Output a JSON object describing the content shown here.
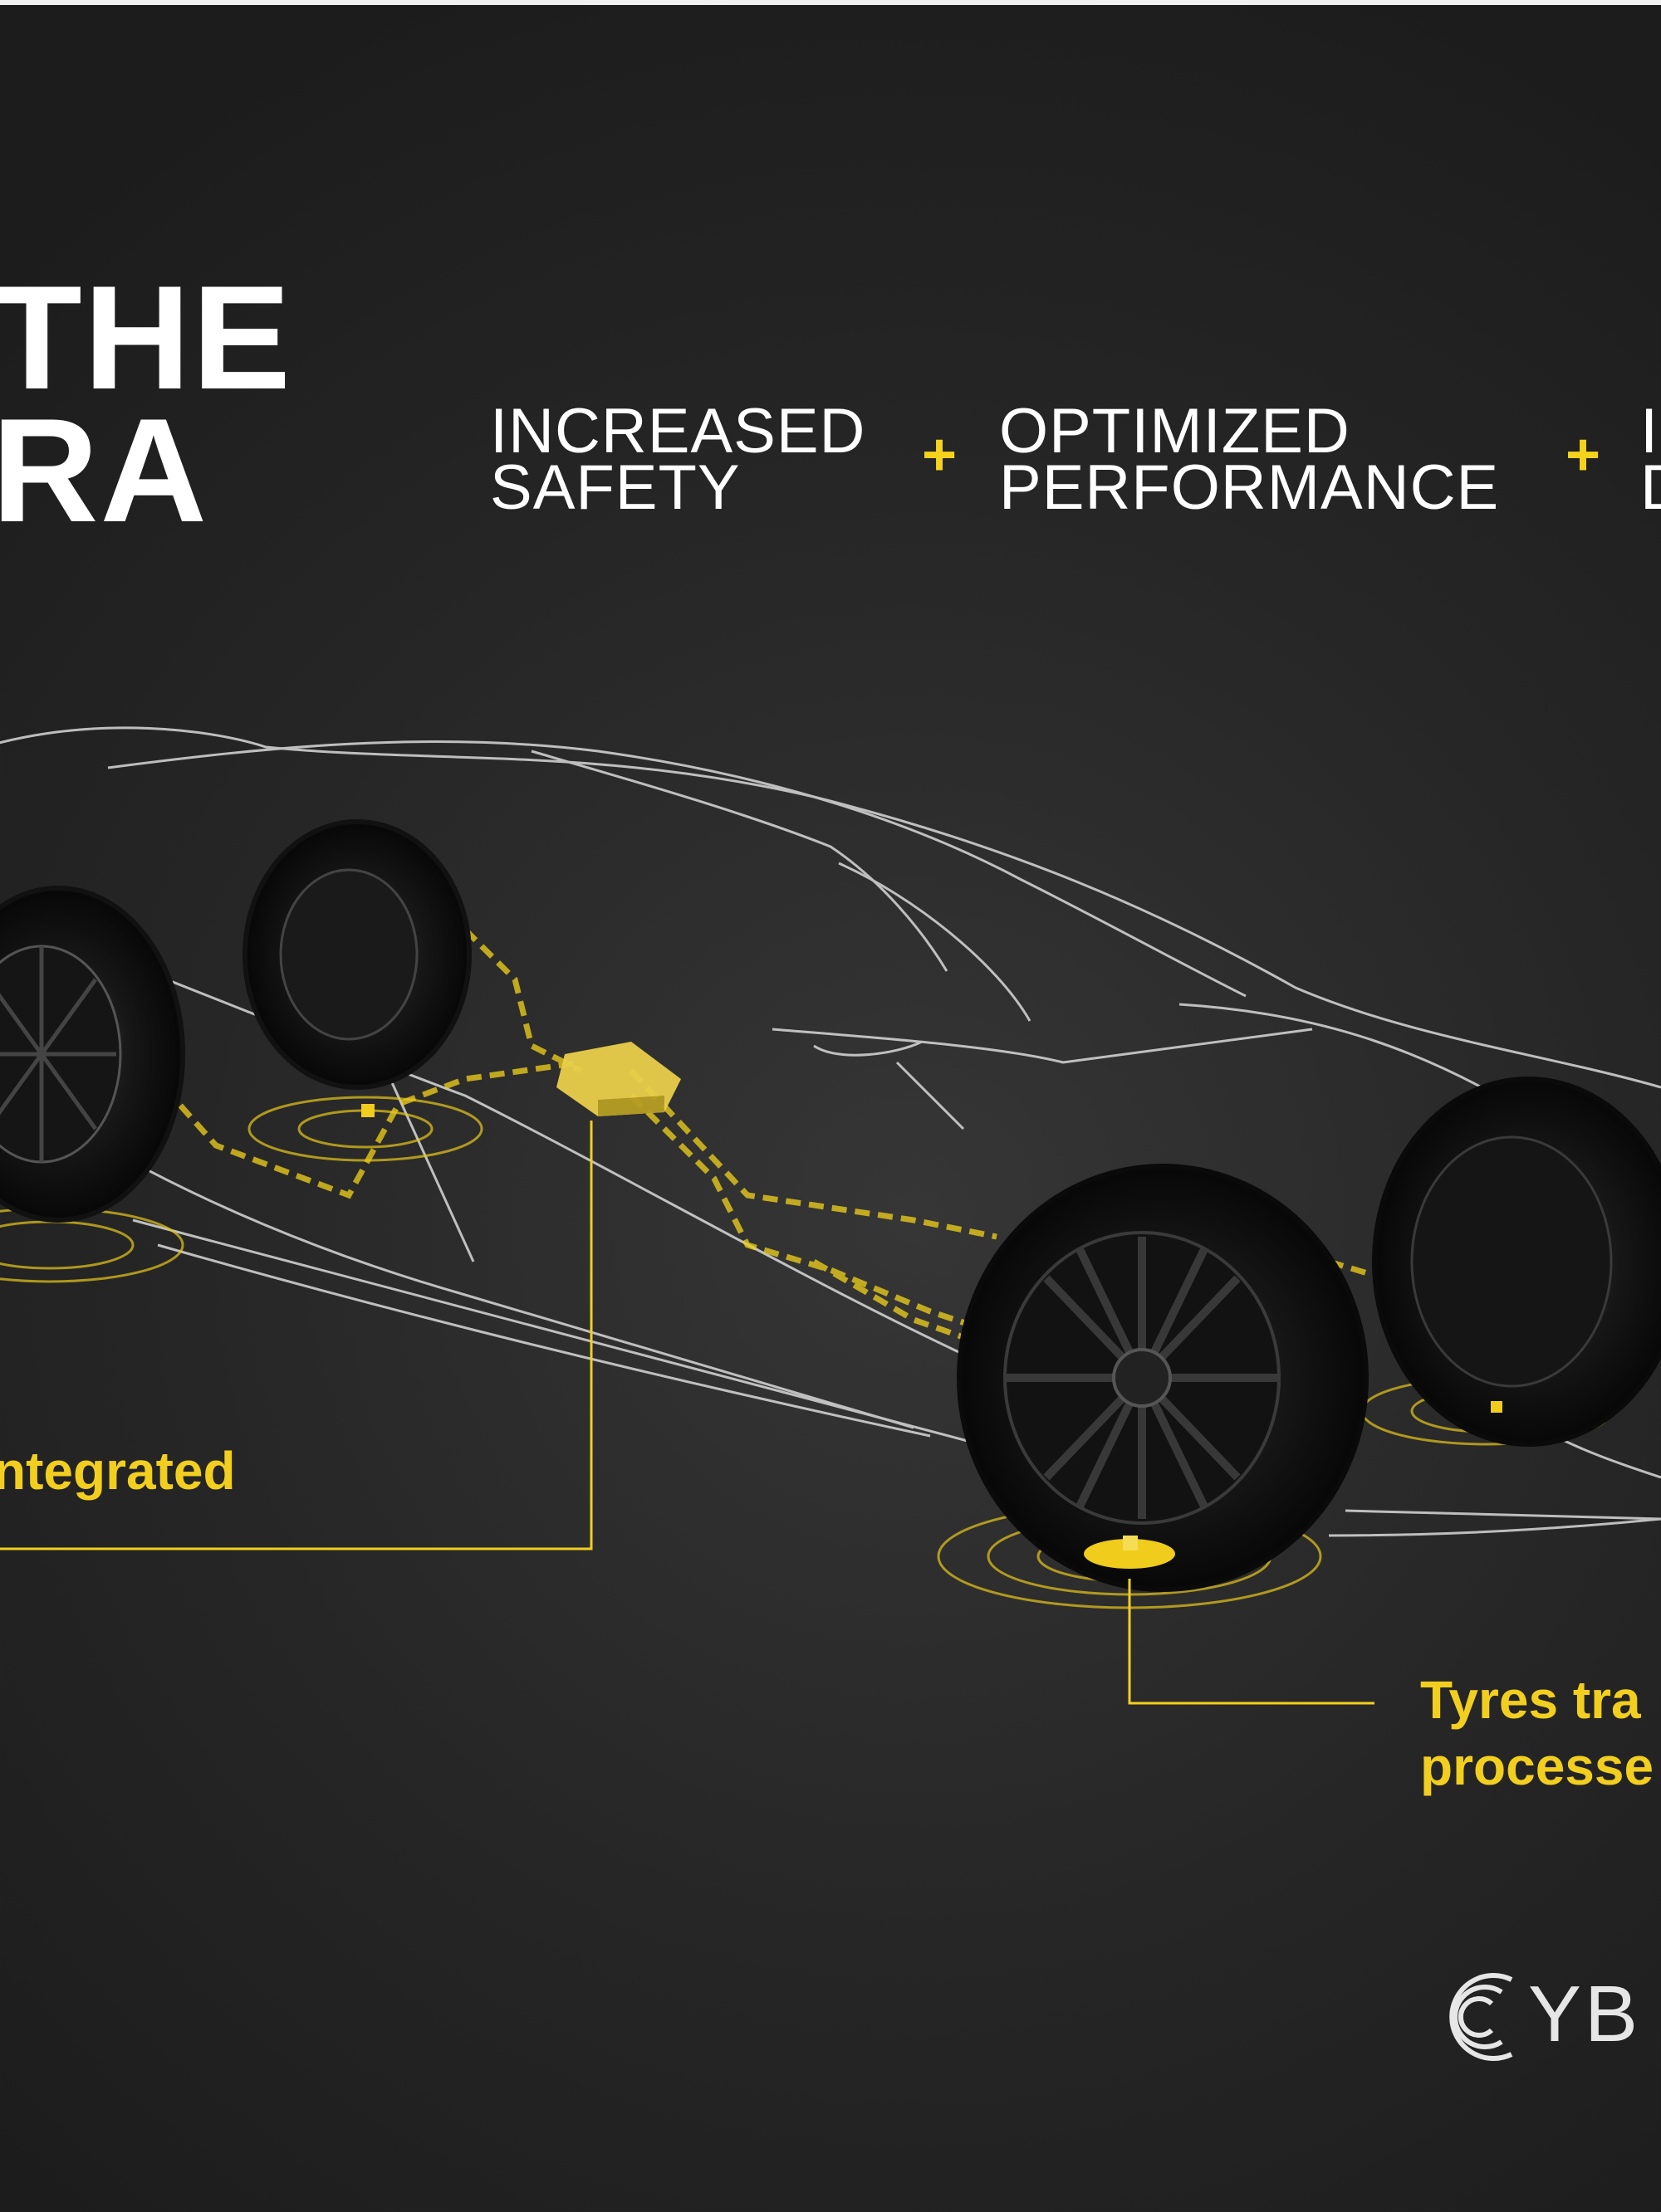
{
  "headline": {
    "line1": "THE",
    "line2": "RA"
  },
  "benefits": [
    {
      "line1": "INCREASED",
      "line2": "SAFETY"
    },
    {
      "line1": "OPTIMIZED",
      "line2": "PERFORMANCE"
    },
    {
      "line1": "I",
      "line2": "D"
    }
  ],
  "plus_symbol": "+",
  "callouts": {
    "left": "ntegrated",
    "right_line1": "Tyres tra",
    "right_line2": "processe"
  },
  "logo": {
    "text": "YB"
  },
  "colors": {
    "accent": "#f5d21c",
    "background": "#262626",
    "text": "#ffffff"
  }
}
